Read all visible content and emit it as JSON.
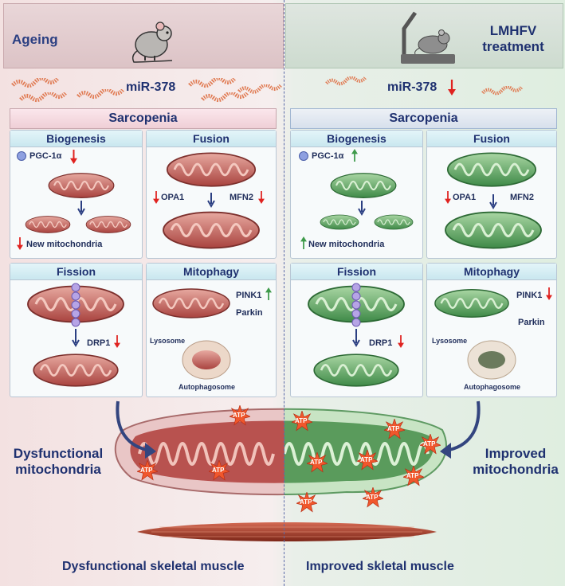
{
  "left": {
    "header": "Ageing",
    "mirna": "miR-378",
    "sarcopenia": "Sarcopenia",
    "biogenesis": {
      "title": "Biogenesis",
      "pgc": "PGC-1α",
      "newmito": "New mitochondria"
    },
    "fusion": {
      "title": "Fusion",
      "opa1": "OPA1",
      "mfn2": "MFN2"
    },
    "fission": {
      "title": "Fission",
      "drp1": "DRP1"
    },
    "mitophagy": {
      "title": "Mitophagy",
      "pink1": "PINK1",
      "parkin": "Parkin",
      "lysosome": "Lysosome",
      "autophagosome": "Autophagosome"
    },
    "outcome": "Dysfunctional mitochondria",
    "muscle": "Dysfunctional skeletal muscle"
  },
  "right": {
    "header": "LMHFV treatment",
    "mirna": "miR-378",
    "sarcopenia": "Sarcopenia",
    "biogenesis": {
      "title": "Biogenesis",
      "pgc": "PGC-1α",
      "newmito": "New mitochondria"
    },
    "fusion": {
      "title": "Fusion",
      "opa1": "OPA1",
      "mfn2": "MFN2"
    },
    "fission": {
      "title": "Fission",
      "drp1": "DRP1"
    },
    "mitophagy": {
      "title": "Mitophagy",
      "pink1": "PINK1",
      "parkin": "Parkin",
      "lysosome": "Lysosome",
      "autophagosome": "Autophagosome"
    },
    "outcome": "Improved mitochondria",
    "muscle": "Improved skletal muscle"
  },
  "atp_label": "ATP",
  "icons": {
    "left_header": "aged-mouse-icon",
    "right_header": "mouse-on-vibration-platform-icon",
    "up": "green-up-arrow",
    "down": "red-down-arrow"
  },
  "colors": {
    "title": "#1f3170",
    "down_arrow": "#e0221f",
    "up_arrow": "#3e9a4a",
    "dysfunctional": "#b9524d",
    "improved": "#5a9b5c"
  }
}
